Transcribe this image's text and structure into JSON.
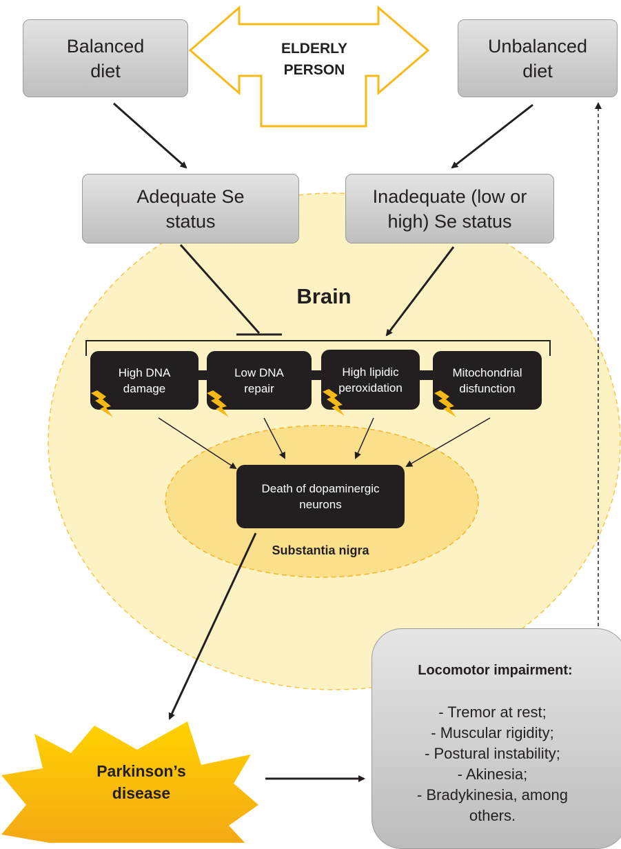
{
  "top": {
    "balanced_diet": "Balanced diet",
    "elderly_person": "ELDERLY PERSON",
    "unbalanced_diet": "Unbalanced diet"
  },
  "status": {
    "adequate": "Adequate Se status",
    "inadequate": "Inadequate (low or high) Se status"
  },
  "brain": {
    "label": "Brain",
    "mechanisms": [
      "High DNA damage",
      "Low DNA repair",
      "High lipidic peroxidation",
      "Mitochondrial disfunction"
    ],
    "death_box": "Death of dopaminergic neurons",
    "substantia_label": "Substantia nigra"
  },
  "outcome": {
    "parkinsons": "Parkinson’s disease"
  },
  "locomotor": {
    "title": "Locomotor impairment:",
    "items": [
      "- Tremor at rest;",
      "- Muscular rigidity;",
      "- Postural instability;",
      "- Akinesia;",
      "- Bradykinesia, among others."
    ]
  },
  "colors": {
    "accent_yellow": "#f7b916",
    "brain_fill": "#fdf2c4",
    "substantia_fill": "#fbe08c",
    "box_dark": "#231f20"
  }
}
